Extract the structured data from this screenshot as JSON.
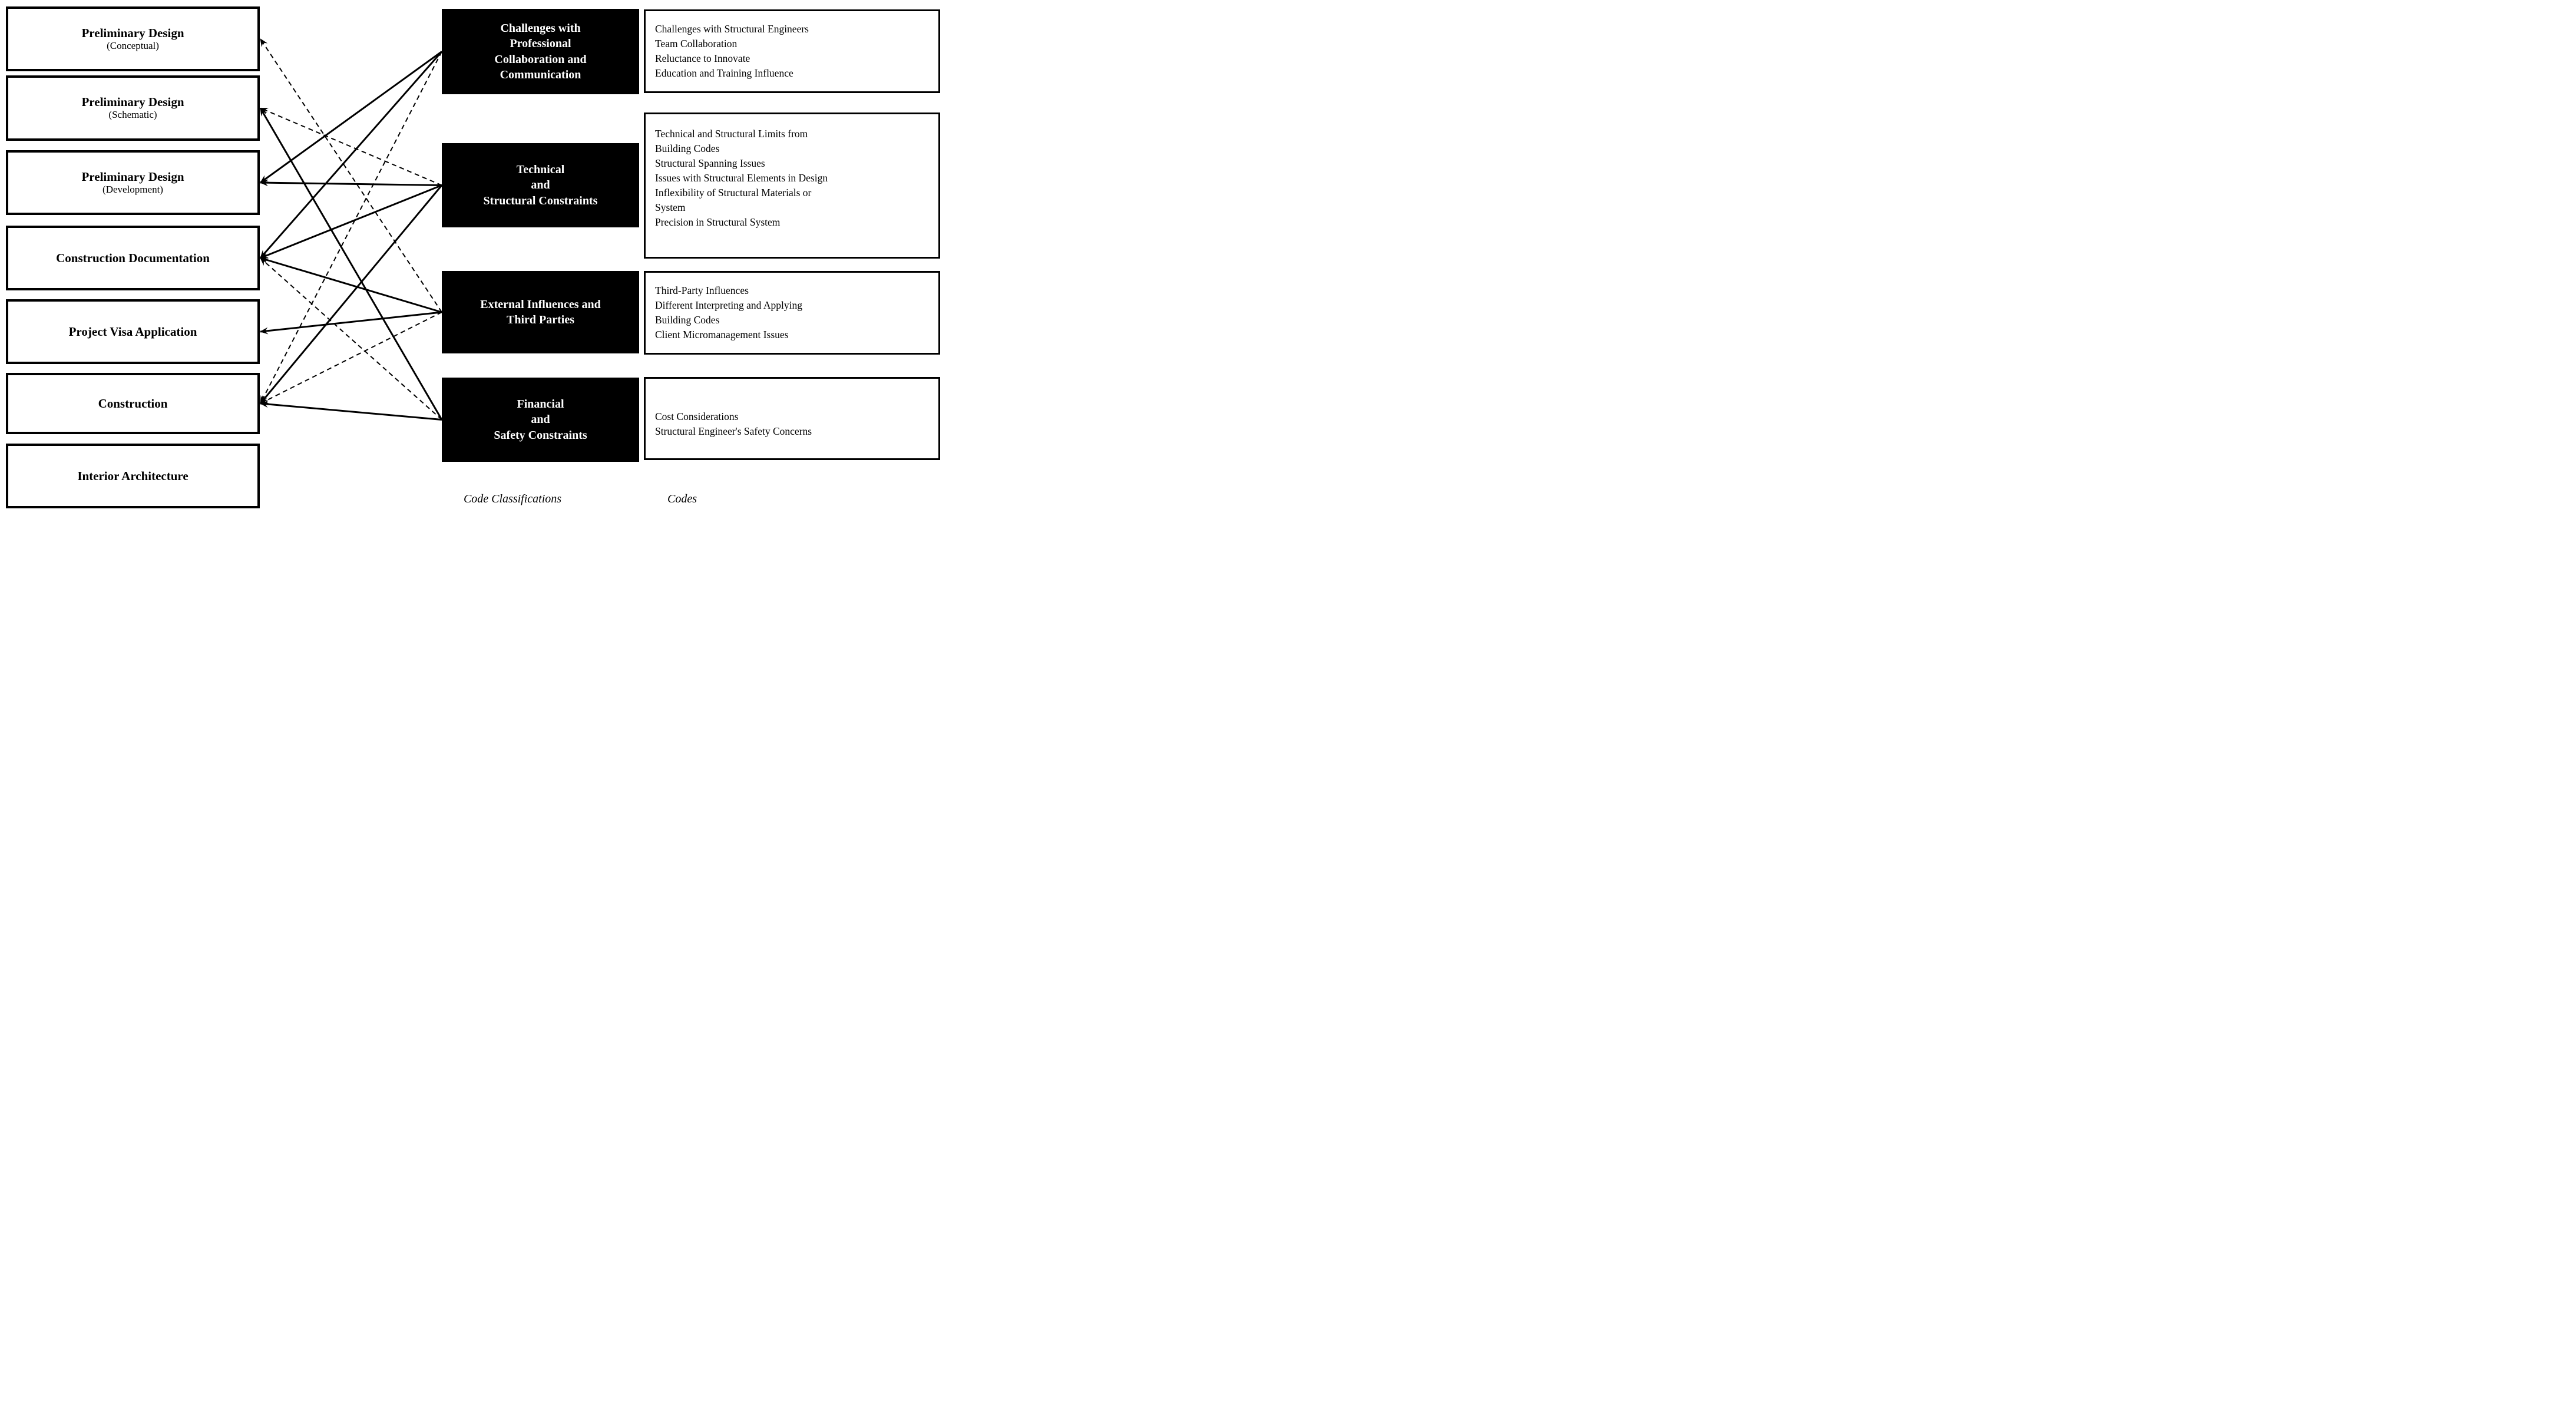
{
  "diagram": {
    "colors": {
      "background": "#ffffff",
      "line_color": "#000000",
      "classification_box_fill": "#000000",
      "classification_box_text": "#ffffff",
      "phase_box_border": "#000000"
    },
    "left_column": {
      "boxes": [
        {
          "id": "pd-conceptual",
          "title": "Preliminary Design",
          "subtitle": "(Conceptual)"
        },
        {
          "id": "pd-schematic",
          "title": "Preliminary Design",
          "subtitle": "(Schematic)"
        },
        {
          "id": "pd-development",
          "title": "Preliminary Design",
          "subtitle": "(Development)"
        },
        {
          "id": "construction-documentation",
          "title": "Construction Documentation",
          "subtitle": ""
        },
        {
          "id": "project-visa-application",
          "title": "Project Visa Application",
          "subtitle": ""
        },
        {
          "id": "construction",
          "title": "Construction",
          "subtitle": ""
        },
        {
          "id": "interior-architecture",
          "title": "Interior Architecture",
          "subtitle": ""
        }
      ]
    },
    "middle_column": {
      "boxes": [
        {
          "id": "collaboration",
          "lines": [
            "Challenges with",
            "Professional",
            "Collaboration and",
            "Communication"
          ]
        },
        {
          "id": "technical",
          "lines": [
            "Technical",
            "and",
            "Structural Constraints"
          ]
        },
        {
          "id": "external",
          "lines": [
            "External Influences and",
            "Third Parties"
          ]
        },
        {
          "id": "financial",
          "lines": [
            "Financial",
            "and",
            "Safety Constraints"
          ]
        }
      ]
    },
    "right_column": {
      "boxes": [
        {
          "id": "codes-collaboration",
          "lines": [
            "Challenges with Structural Engineers",
            "Team Collaboration",
            "Reluctance to Innovate",
            "Education and Training Influence"
          ]
        },
        {
          "id": "codes-technical",
          "lines": [
            "Technical and Structural Limits from",
            "Building Codes",
            "Structural Spanning Issues",
            "Issues with Structural Elements in Design",
            "Inflexibility of Structural Materials or",
            "System",
            "Precision in Structural System"
          ]
        },
        {
          "id": "codes-external",
          "lines": [
            "Third-Party Influences",
            "Different Interpreting and Applying",
            "Building Codes",
            "Client Micromanagement Issues"
          ]
        },
        {
          "id": "codes-financial",
          "lines": [
            "Cost Considerations",
            "Structural Engineer's Safety Concerns"
          ]
        }
      ]
    },
    "connections": [
      {
        "from": "pd-conceptual",
        "to": "external",
        "style": "dashed"
      },
      {
        "from": "pd-schematic",
        "to": "technical",
        "style": "dashed"
      },
      {
        "from": "pd-schematic",
        "to": "financial",
        "style": "solid"
      },
      {
        "from": "pd-development",
        "to": "collaboration",
        "style": "solid"
      },
      {
        "from": "pd-development",
        "to": "technical",
        "style": "solid"
      },
      {
        "from": "construction-documentation",
        "to": "collaboration",
        "style": "solid"
      },
      {
        "from": "construction-documentation",
        "to": "technical",
        "style": "solid"
      },
      {
        "from": "construction-documentation",
        "to": "external",
        "style": "solid"
      },
      {
        "from": "construction-documentation",
        "to": "financial",
        "style": "dashed"
      },
      {
        "from": "project-visa-application",
        "to": "external",
        "style": "solid"
      },
      {
        "from": "construction",
        "to": "collaboration",
        "style": "dashed"
      },
      {
        "from": "construction",
        "to": "technical",
        "style": "solid"
      },
      {
        "from": "construction",
        "to": "external",
        "style": "dashed"
      },
      {
        "from": "construction",
        "to": "financial",
        "style": "solid"
      }
    ],
    "footer": {
      "classifications_label": "Code Classifications",
      "codes_label": "Codes"
    }
  }
}
